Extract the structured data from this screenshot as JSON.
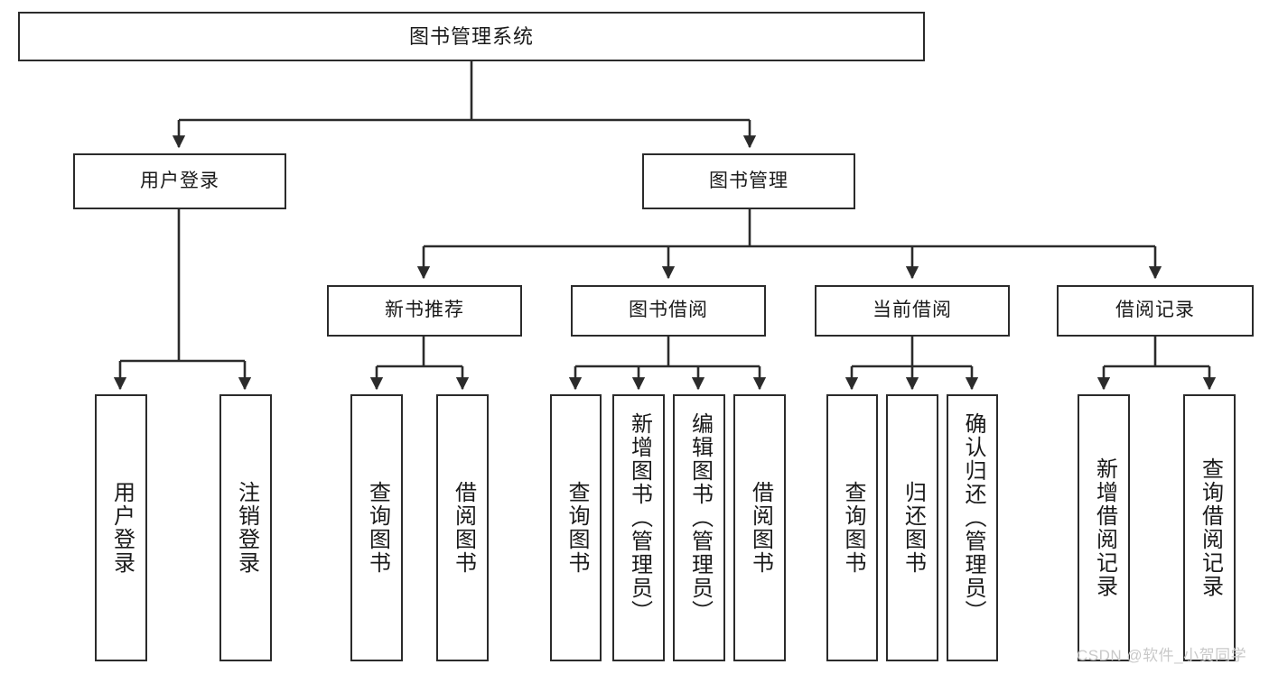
{
  "diagram": {
    "type": "tree-hierarchy-chart",
    "title": "图书管理系统",
    "line_color": "#2b2b2b",
    "box_fill": "#ffffff",
    "watermark": "CSDN @软件_小贺同学",
    "nodes": {
      "root": {
        "label": "图书管理系统"
      },
      "level2": [
        {
          "label": "用户登录"
        },
        {
          "label": "图书管理"
        }
      ],
      "level3": [
        {
          "label": "新书推荐"
        },
        {
          "label": "图书借阅"
        },
        {
          "label": "当前借阅"
        },
        {
          "label": "借阅记录"
        }
      ],
      "leaves_user_login": [
        {
          "label": "用户登录"
        },
        {
          "label": "注销登录"
        }
      ],
      "leaves_new_book": [
        {
          "label": "查询图书"
        },
        {
          "label": "借阅图书"
        }
      ],
      "leaves_borrow": [
        {
          "label": "查询图书"
        },
        {
          "label": "新增图书（管理员）"
        },
        {
          "label": "编辑图书（管理员）"
        },
        {
          "label": "借阅图书"
        }
      ],
      "leaves_current": [
        {
          "label": "查询图书"
        },
        {
          "label": "归还图书"
        },
        {
          "label": "确认归还（管理员）"
        }
      ],
      "leaves_record": [
        {
          "label": "新增借阅记录"
        },
        {
          "label": "查询借阅记录"
        }
      ]
    }
  }
}
